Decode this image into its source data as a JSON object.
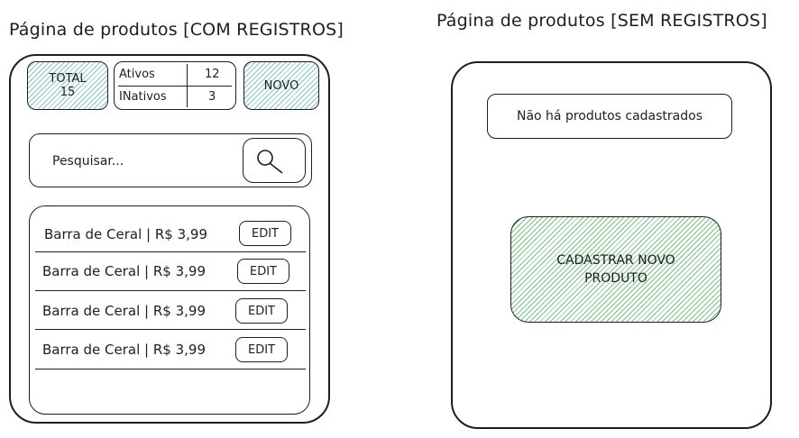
{
  "left": {
    "title": "Página de produtos [COM REGISTROS]",
    "total_label": "TOTAL",
    "total_value": "15",
    "stats": [
      {
        "label": "Ativos",
        "value": "12"
      },
      {
        "label": "INativos",
        "value": "3"
      }
    ],
    "new_button": "NOVO",
    "search_placeholder": "Pesquisar...",
    "search_icon": "magnifier-icon",
    "products": [
      {
        "text": "Barra de Ceral | R$ 3,99",
        "action": "EDIT"
      },
      {
        "text": "Barra de Ceral | R$ 3,99",
        "action": "EDIT"
      },
      {
        "text": "Barra de Ceral | R$ 3,99",
        "action": "EDIT"
      },
      {
        "text": "Barra de Ceral | R$ 3,99",
        "action": "EDIT"
      }
    ],
    "colors": {
      "accent": "#5ab4b9"
    }
  },
  "right": {
    "title": "Página de produtos [SEM REGISTROS]",
    "empty_message": "Não há produtos cadastrados",
    "register_button": "CADASTRAR NOVO PRODUTO",
    "colors": {
      "accent": "#3caa50"
    }
  }
}
